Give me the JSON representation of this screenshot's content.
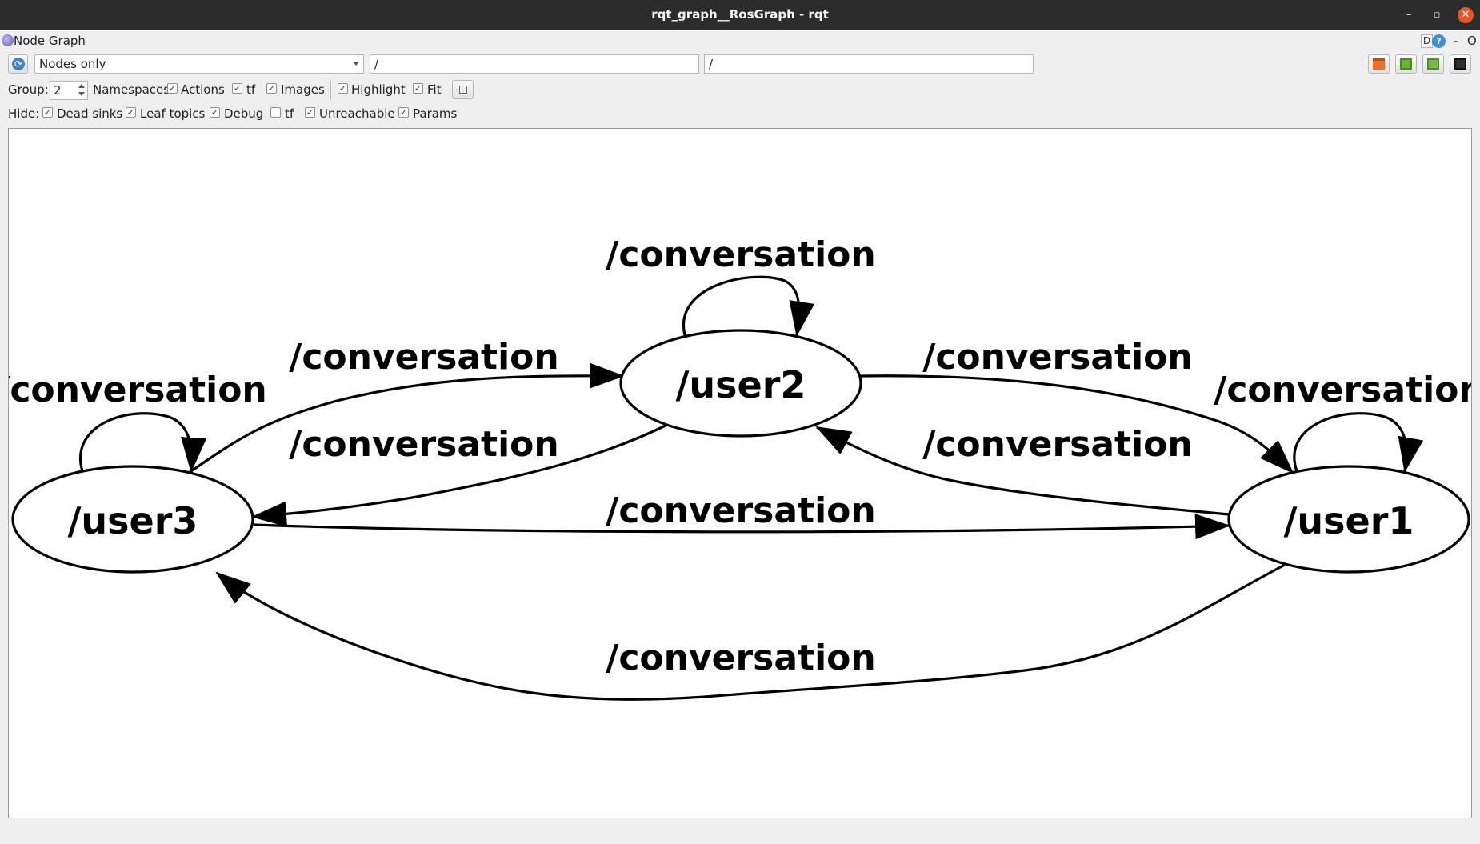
{
  "window": {
    "title": "rqt_graph__RosGraph - rqt",
    "minimize_glyph": "–",
    "maximize_glyph": "▫",
    "close_glyph": "✕"
  },
  "plugin": {
    "title": "Node Graph",
    "help_d": "D",
    "help_q": "?",
    "dash": "-",
    "o": "O"
  },
  "toolbar": {
    "graph_mode": "Nodes only",
    "ns_filter": "/",
    "topic_filter": "/",
    "group_label": "Group:",
    "group_value": "2",
    "options": [
      {
        "label": "Namespaces",
        "checked": null
      },
      {
        "label": "Actions",
        "checked": true
      },
      {
        "label": "tf",
        "checked": true
      },
      {
        "label": "Images",
        "checked": true
      },
      {
        "label": "Highlight",
        "checked": true
      },
      {
        "label": "Fit",
        "checked": true
      }
    ],
    "hide_label": "Hide:",
    "hide": [
      {
        "label": "Dead sinks",
        "checked": true
      },
      {
        "label": "Leaf topics",
        "checked": true
      },
      {
        "label": "Debug",
        "checked": true
      },
      {
        "label": "tf",
        "checked": false
      },
      {
        "label": "Unreachable",
        "checked": true
      },
      {
        "label": "Params",
        "checked": true
      }
    ],
    "check_glyph": "✓"
  },
  "graph": {
    "nodes": [
      {
        "id": "user2",
        "label": "/user2"
      },
      {
        "id": "user3",
        "label": "/user3"
      },
      {
        "id": "user1",
        "label": "/user1"
      }
    ],
    "edges": [
      {
        "from": "user2",
        "to": "user2",
        "label": "/conversation"
      },
      {
        "from": "user3",
        "to": "user2",
        "label": "/conversation"
      },
      {
        "from": "user2",
        "to": "user1",
        "label": "/conversation"
      },
      {
        "from": "user3",
        "to": "user3",
        "label": "/conversation"
      },
      {
        "from": "user1",
        "to": "user1",
        "label": "/conversation"
      },
      {
        "from": "user2",
        "to": "user3",
        "label": "/conversation"
      },
      {
        "from": "user1",
        "to": "user2",
        "label": "/conversation"
      },
      {
        "from": "user3",
        "to": "user1",
        "label": "/conversation"
      },
      {
        "from": "user1",
        "to": "user3",
        "label": "/conversation"
      }
    ]
  }
}
